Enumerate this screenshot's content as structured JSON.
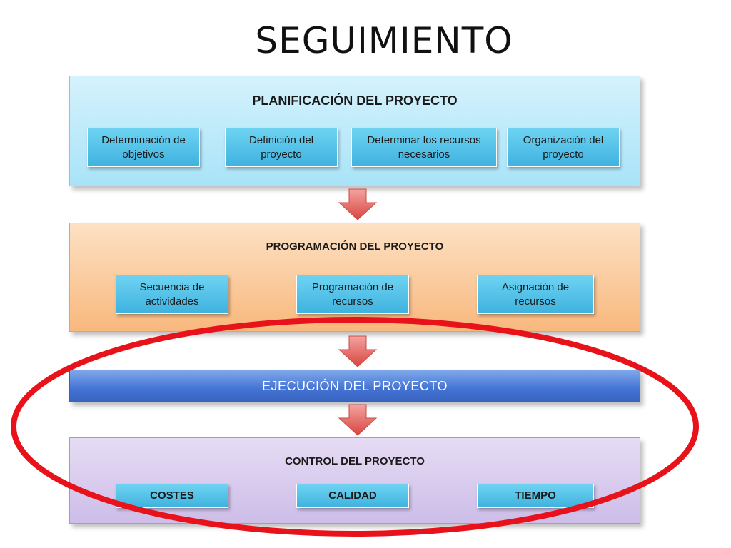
{
  "title": "SEGUIMIENTO",
  "planificacion": {
    "heading": "PLANIFICACIÓN DEL PROYECTO",
    "items": [
      "Determinación de objetivos",
      "Definición del proyecto",
      "Determinar los recursos necesarios",
      "Organización del proyecto"
    ]
  },
  "programacion": {
    "heading": "PROGRAMACIÓN DEL PROYECTO",
    "items": [
      "Secuencia de actividades",
      "Programación de recursos",
      "Asignación de recursos"
    ]
  },
  "ejecucion": {
    "heading": "EJECUCIÓN DEL PROYECTO"
  },
  "control": {
    "heading": "CONTROL DEL PROYECTO",
    "items": [
      "COSTES",
      "CALIDAD",
      "TIEMPO"
    ]
  },
  "colors": {
    "arrow": "#e8696a",
    "highlight_ellipse": "#e8121b"
  }
}
